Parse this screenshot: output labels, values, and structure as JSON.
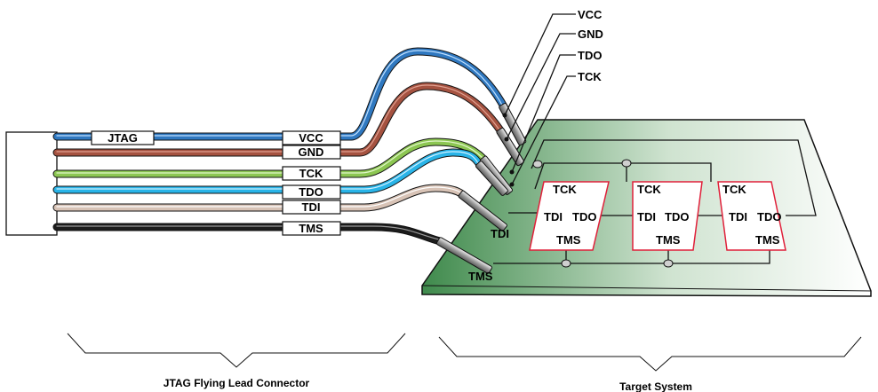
{
  "connector_labels": {
    "jtag": "JTAG",
    "vcc": "VCC",
    "gnd": "GND",
    "tck": "TCK",
    "tdo": "TDO",
    "tdi": "TDI",
    "tms": "TMS"
  },
  "callouts": {
    "vcc": "VCC",
    "gnd": "GND",
    "tdo": "TDO",
    "tck": "TCK",
    "tdi": "TDI",
    "tms": "TMS"
  },
  "devices": [
    {
      "tck": "TCK",
      "tdi": "TDI",
      "tdo": "TDO",
      "tms": "TMS"
    },
    {
      "tck": "TCK",
      "tdi": "TDI",
      "tdo": "TDO",
      "tms": "TMS"
    },
    {
      "tck": "TCK",
      "tdi": "TDI",
      "tdo": "TDO",
      "tms": "TMS"
    }
  ],
  "captions": {
    "left": "JTAG Flying Lead Connector",
    "right": "Target System"
  },
  "colors": {
    "vcc_wire": "#2f78c0",
    "gnd_wire": "#a55240",
    "tck_wire": "#8cc652",
    "tdo_wire": "#29b4e8",
    "tdi_wire": "#d8c3b6",
    "tms_wire": "#111111",
    "board_dark": "#3f8a4c",
    "chip_outline": "#e0203a"
  }
}
